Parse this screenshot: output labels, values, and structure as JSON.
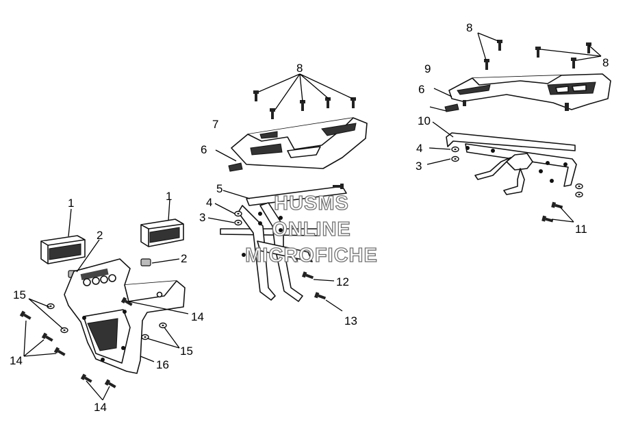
{
  "watermark": [
    "HUSMS",
    "ONLINE",
    "MICROFICHE"
  ],
  "callouts": {
    "c1a": "1",
    "c1b": "1",
    "c2a": "2",
    "c2b": "2",
    "c3a": "3",
    "c3b": "3",
    "c4a": "4",
    "c4b": "4",
    "c5": "5",
    "c6a": "6",
    "c6b": "6",
    "c7": "7",
    "c8a": "8",
    "c8b": "8",
    "c8c": "8",
    "c9": "9",
    "c10": "10",
    "c11": "11",
    "c12": "12",
    "c13": "13",
    "c14a": "14",
    "c14b": "14",
    "c14c": "14",
    "c15a": "15",
    "c15b": "15",
    "c16": "16"
  }
}
